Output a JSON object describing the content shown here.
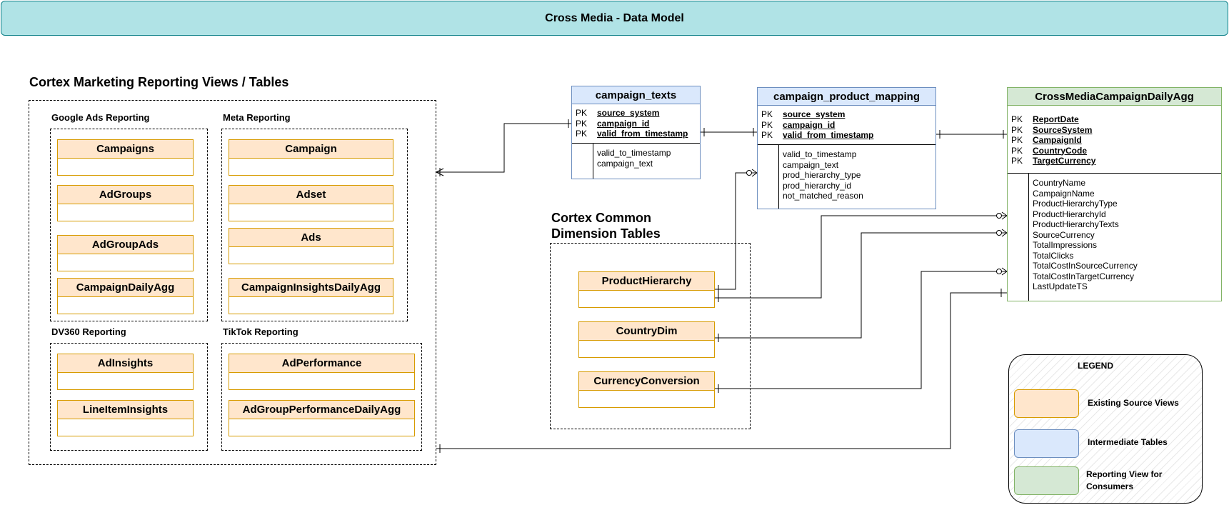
{
  "header": {
    "title": "Cross Media - Data Model"
  },
  "sections": {
    "cortex_marketing": "Cortex Marketing Reporting Views / Tables",
    "common_dimensions": "Cortex Common Dimension Tables"
  },
  "groups": {
    "google_ads": {
      "label": "Google Ads Reporting",
      "tables": [
        "Campaigns",
        "AdGroups",
        "AdGroupAds",
        "CampaignDailyAgg"
      ]
    },
    "meta": {
      "label": "Meta Reporting",
      "tables": [
        "Campaign",
        "Adset",
        "Ads",
        "CampaignInsightsDailyAgg"
      ]
    },
    "dv360": {
      "label": "DV360 Reporting",
      "tables": [
        "AdInsights",
        "LineItemInsights"
      ]
    },
    "tiktok": {
      "label": "TikTok Reporting",
      "tables": [
        "AdPerformance",
        "AdGroupPerformanceDailyAgg"
      ]
    },
    "common": {
      "tables": [
        "ProductHierarchy",
        "CountryDim",
        "CurrencyConversion"
      ]
    }
  },
  "entities": {
    "campaign_texts": {
      "name": "campaign_texts",
      "pk_label": "PK\nPK\nPK",
      "keys": "source_system\ncampaign_id\nvalid_from_timestamp",
      "attributes": "valid_to_timestamp\ncampaign_text"
    },
    "campaign_product_mapping": {
      "name": "campaign_product_mapping",
      "pk_label": "PK\nPK\nPK",
      "keys": "source_system\ncampaign_id\nvalid_from_timestamp",
      "attributes": "valid_to_timestamp\ncampaign_text\nprod_hierarchy_type\nprod_hierarchy_id\nnot_matched_reason"
    },
    "cross_media": {
      "name": "CrossMediaCampaignDailyAgg",
      "pk_label": "PK\nPK\nPK\nPK\nPK",
      "keys": "ReportDate\nSourceSystem\nCampaignId\nCountryCode\nTargetCurrency",
      "attributes": "CountryName\nCampaignName\nProductHierarchyType\nProductHierarchyId\nProductHierarchyTexts\nSourceCurrency\nTotalImpressions\nTotalClicks\nTotalCostInSourceCurrency\nTotalCostInTargetCurrency\nLastUpdateTS"
    }
  },
  "legend": {
    "title": "LEGEND",
    "items": [
      {
        "label": "Existing Source Views",
        "fill": "#ffe6cc",
        "stroke": "#d79b00"
      },
      {
        "label": "Intermediate Tables",
        "fill": "#dae8fc",
        "stroke": "#6c8ebf"
      },
      {
        "label": "Reporting View for Consumers",
        "fill": "#d5e8d4",
        "stroke": "#82b366"
      }
    ]
  },
  "colors": {
    "header_fill": "#b0e3e6",
    "source_fill": "#ffe6cc",
    "intermediate_fill": "#dae8fc",
    "reporting_fill": "#d5e8d4"
  }
}
